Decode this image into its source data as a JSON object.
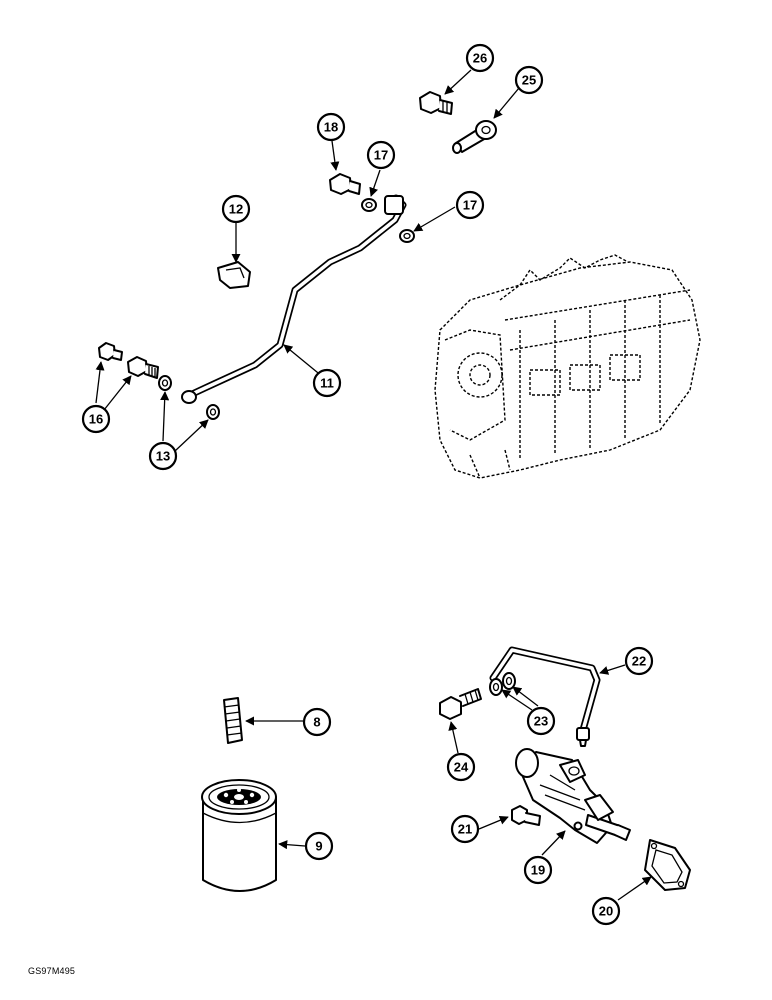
{
  "callouts": {
    "c8": "8",
    "c9": "9",
    "c11": "11",
    "c12": "12",
    "c13": "13",
    "c16": "16",
    "c17a": "17",
    "c17b": "17",
    "c18": "18",
    "c19": "19",
    "c20": "20",
    "c21": "21",
    "c22": "22",
    "c23": "23",
    "c24": "24",
    "c25": "25",
    "c26": "26"
  },
  "figure_code": "GS97M495"
}
